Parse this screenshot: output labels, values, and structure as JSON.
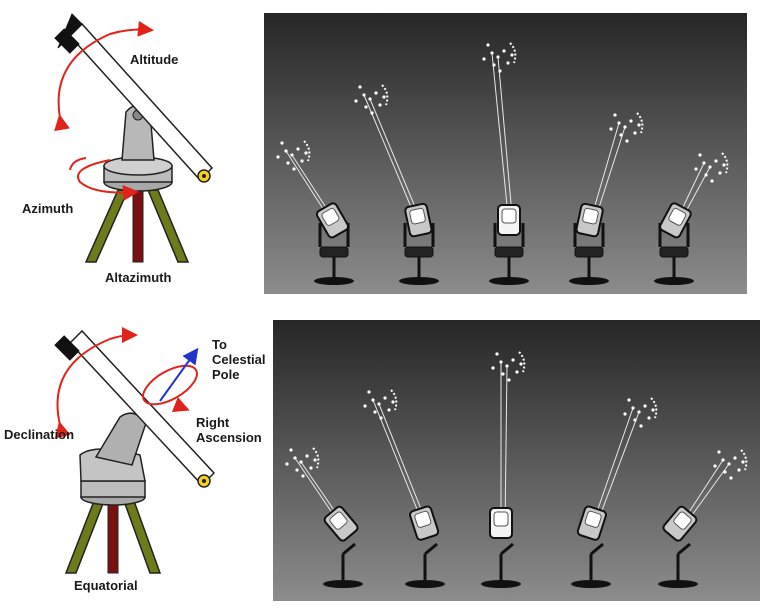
{
  "altazimuth": {
    "title": "Altazimuth",
    "altitude_label": "Altitude",
    "azimuth_label": "Azimuth"
  },
  "equatorial": {
    "title": "Equatorial",
    "declination_label": "Declination",
    "right_ascension_label_line1": "Right",
    "right_ascension_label_line2": "Ascension",
    "pole_label_line1": "To",
    "pole_label_line2": "Celestial",
    "pole_label_line3": "Pole"
  },
  "colors": {
    "arrow_red": "#e0241b",
    "arrow_blue": "#2233cc",
    "tripod_leg": "#6f7a1a",
    "tripod_center": "#7a1010",
    "mount_gray": "#b8b8b8",
    "scene_dark": "#2a2a2a",
    "scene_light": "#8a8a8a"
  }
}
